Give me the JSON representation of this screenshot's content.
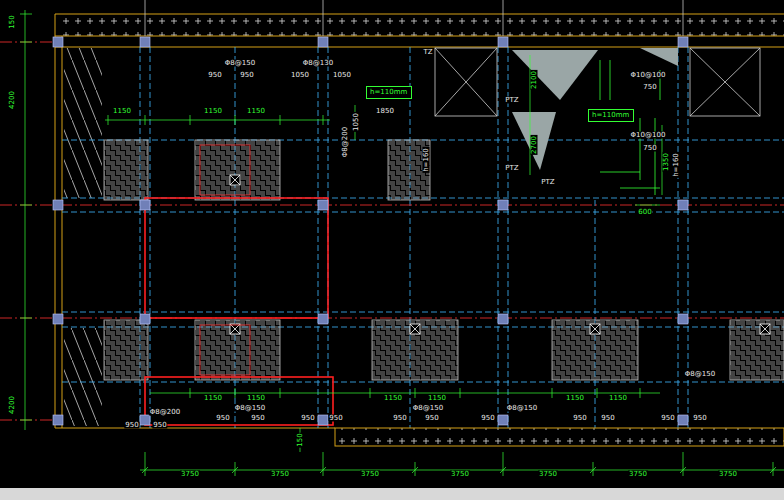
{
  "diagram": {
    "nodes": [
      {
        "text": [
          "h=110mm"
        ]
      },
      {
        "text": [
          "h=110mm"
        ]
      }
    ],
    "labels": [
      "150",
      "4200",
      "4200",
      "150",
      "3750",
      "3750",
      "3750",
      "3750",
      "3750",
      "3750",
      "3750",
      "Φ8@150",
      "Φ8@130",
      "950",
      "950",
      "1050",
      "1050",
      "1150",
      "1150",
      "1150",
      "1050",
      "Φ8@200",
      "1850",
      "2100",
      "2700",
      "Φ10@100",
      "750",
      "Φ10@100",
      "750",
      "1350",
      "600",
      "h=160",
      "h=160",
      "TZ",
      "PTZ",
      "PTZ",
      "PTZ",
      "1150",
      "1150",
      "1150",
      "1150",
      "1150",
      "1150",
      "Φ8@200",
      "950",
      "950",
      "Φ8@150",
      "950",
      "950",
      "950",
      "950",
      "Φ8@150",
      "950",
      "950",
      "950",
      "Φ8@150",
      "950",
      "950",
      "Φ8@150",
      "950",
      "950"
    ]
  }
}
